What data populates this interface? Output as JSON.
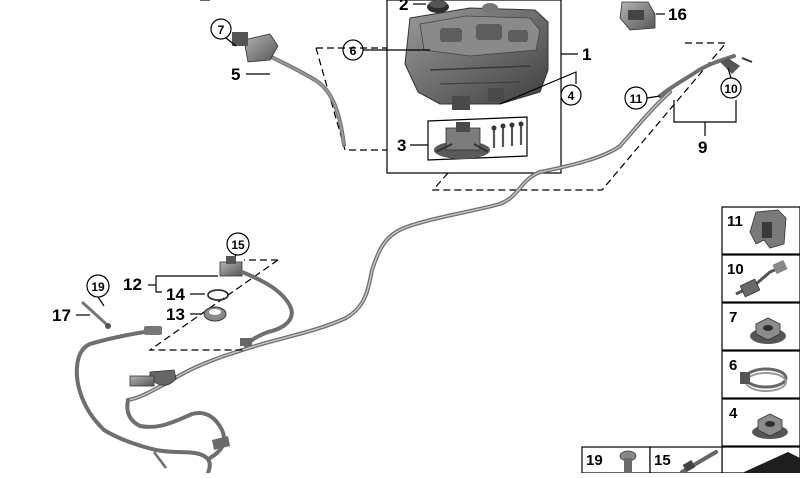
{
  "callouts": {
    "c1": "1",
    "c2": "2",
    "c3": "3",
    "c4": "4",
    "c5": "5",
    "c6": "6",
    "c7": "7",
    "c9": "9",
    "c10": "10",
    "c11": "11",
    "c12": "12",
    "c13": "13",
    "c14": "14",
    "c15": "15",
    "c16": "16",
    "c17": "17",
    "c19": "19"
  },
  "legend_cells": [
    {
      "label": "11",
      "icon": "wire-clip-icon"
    },
    {
      "label": "10",
      "icon": "connector-icon"
    },
    {
      "label": "7",
      "icon": "flange-nut-icon"
    },
    {
      "label": "6",
      "icon": "hose-clamp-icon"
    },
    {
      "label": "4",
      "icon": "self-lock-nut-icon"
    }
  ],
  "bottom_cells": [
    {
      "label": "19",
      "icon": "push-rivet-icon"
    },
    {
      "label": "15",
      "icon": "cable-tie-icon"
    }
  ],
  "colors": {
    "part_gray": "#6f6f6f",
    "part_dark": "#4a4a4a",
    "line": "#000000"
  }
}
